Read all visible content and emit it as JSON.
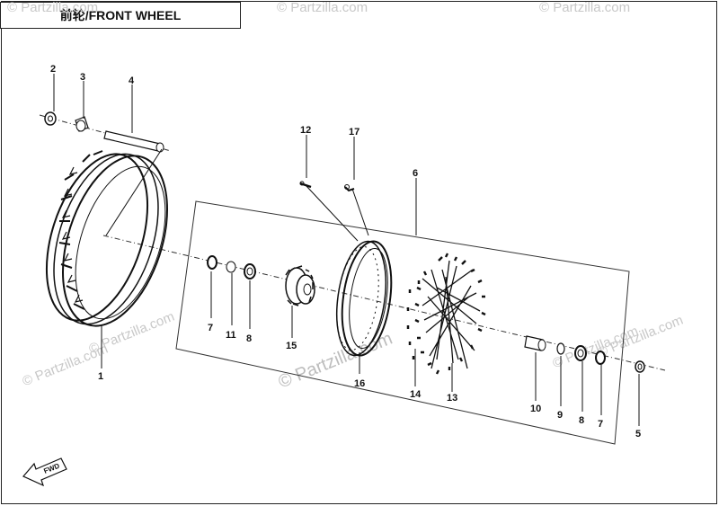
{
  "title": "前轮/FRONT WHEEL",
  "fwd_label": "FWD",
  "watermark": "© Partzilla.com",
  "callouts": [
    {
      "id": "c1",
      "label": "1"
    },
    {
      "id": "c2",
      "label": "2"
    },
    {
      "id": "c3",
      "label": "3"
    },
    {
      "id": "c4",
      "label": "4"
    },
    {
      "id": "c5",
      "label": "5"
    },
    {
      "id": "c6",
      "label": "6"
    },
    {
      "id": "c7a",
      "label": "7"
    },
    {
      "id": "c7b",
      "label": "7"
    },
    {
      "id": "c8a",
      "label": "8"
    },
    {
      "id": "c8b",
      "label": "8"
    },
    {
      "id": "c9",
      "label": "9"
    },
    {
      "id": "c10",
      "label": "10"
    },
    {
      "id": "c11",
      "label": "11"
    },
    {
      "id": "c12",
      "label": "12"
    },
    {
      "id": "c13",
      "label": "13"
    },
    {
      "id": "c14",
      "label": "14"
    },
    {
      "id": "c15",
      "label": "15"
    },
    {
      "id": "c16",
      "label": "16"
    },
    {
      "id": "c17",
      "label": "17"
    }
  ]
}
